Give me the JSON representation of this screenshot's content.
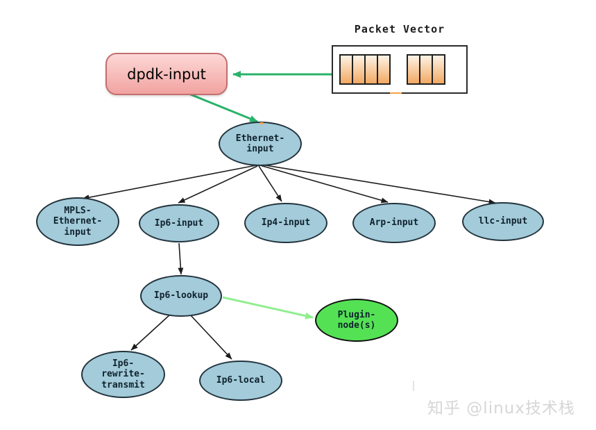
{
  "colors": {
    "node_fill": "#a3cbd9",
    "node_border": "#22333d",
    "node_text": "#10222e",
    "plugin_fill": "#54e254",
    "dpdk_fill_top": "#fcd8d6",
    "dpdk_fill_bottom": "#f1a3a1",
    "dpdk_border": "#c36f6f",
    "green_arrow": "#29b269",
    "light_green_arrow": "#90ee90",
    "black_arrow": "#1c1c1c",
    "cell_top": "#fdf3e6",
    "cell_bottom": "#f2a963",
    "orange_accent": "#f5a34a",
    "watermark": "#d6d6d6"
  },
  "packet_vector": {
    "title": "Packet Vector",
    "groups": [
      {
        "cells": 4
      },
      {
        "cells": 3
      }
    ]
  },
  "nodes": {
    "dpdk": {
      "label": "dpdk-input"
    },
    "ethernet": {
      "label": "Ethernet-\ninput"
    },
    "mpls": {
      "label": "MPLS-\nEthernet-\ninput"
    },
    "ip6_input": {
      "label": "Ip6-input"
    },
    "ip4_input": {
      "label": "Ip4-input"
    },
    "arp_input": {
      "label": "Arp-input"
    },
    "llc_input": {
      "label": "llc-input"
    },
    "ip6_lookup": {
      "label": "Ip6-lookup"
    },
    "plugin": {
      "label": "Plugin-\nnode(s)"
    },
    "ip6_rewrite": {
      "label": "Ip6-\nrewrite-\ntransmit"
    },
    "ip6_local": {
      "label": "Ip6-local"
    }
  },
  "watermark": {
    "text": "知乎 @linux技术栈"
  }
}
